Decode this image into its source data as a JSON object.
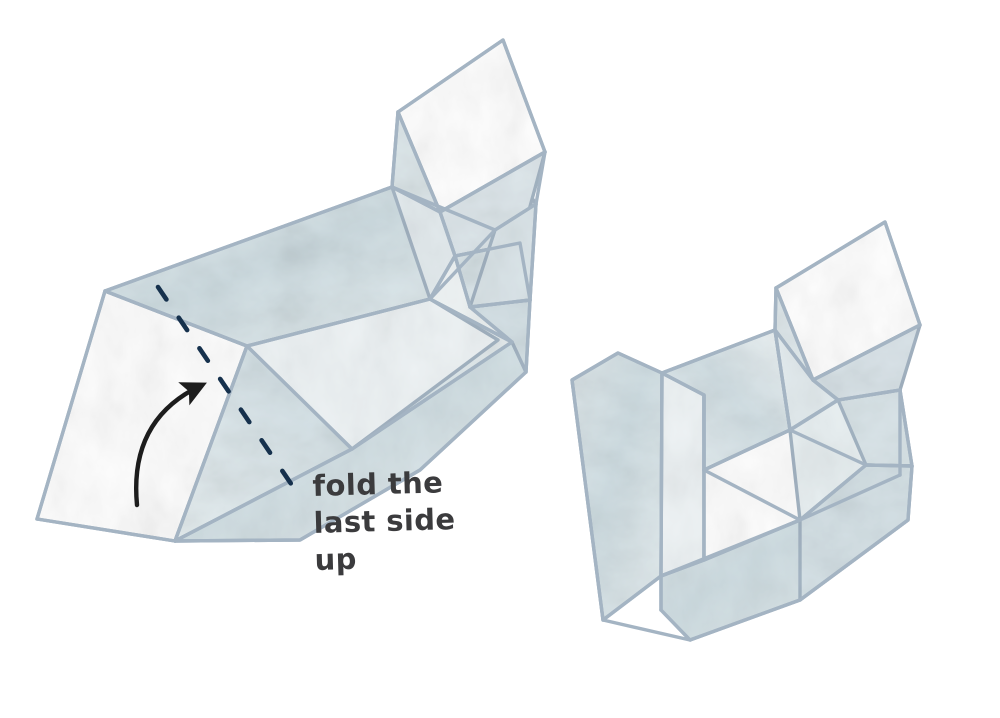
{
  "illustration": {
    "title": "paper box folding instruction",
    "step_caption": "fold the\nlast side\nup",
    "caption_lines": [
      "fold the",
      "last side",
      "up"
    ],
    "background_color": "#ffffff",
    "colors": {
      "paper_stroke": "#a4b4c3",
      "paper_fill_light": "#e9eff1",
      "paper_fill_mid": "#d6e0e4",
      "paper_fill_shadow": "#c7d5da",
      "paper_fill_white": "#fdfdfd",
      "fold_line": "#16314d",
      "arrow": "#1d1d1d",
      "caption_text": "#3b3b3d"
    },
    "figures": [
      {
        "name": "partially-folded-box",
        "position": "left",
        "description": "paper tray lying diagonally with three sides folded up and the last side still flat"
      },
      {
        "name": "finished-box",
        "position": "right",
        "description": "completed tray with all sides folded up, open top flap raised"
      }
    ],
    "annotations": [
      {
        "name": "fold-line",
        "style": "dashed",
        "color": "#16314d"
      },
      {
        "name": "fold-direction-arrow",
        "style": "curved-arrow",
        "color": "#1d1d1d"
      }
    ]
  }
}
